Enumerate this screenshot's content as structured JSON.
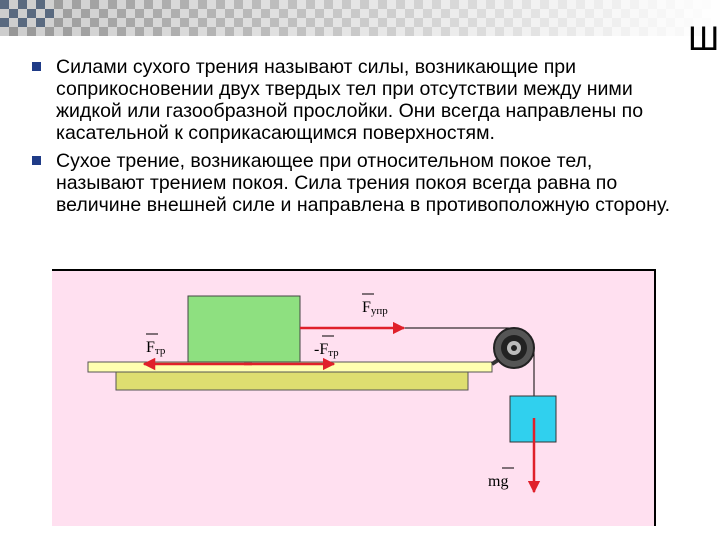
{
  "slide": {
    "corner_glyph": "Ш",
    "bullets": [
      {
        "text": "Силами сухого трения называют силы, возникающие при соприкосновении двух твердых тел при отсутствии между ними жидкой или газообразной прослойки. Они всегда направлены по касательной к соприкасающимся поверхностям."
      },
      {
        "text": "Сухое трение, возникающее при относительном покое тел, называют трением покоя. Сила трения покоя всегда равна по величине внешней силе и направлена в противоположную сторону."
      }
    ]
  },
  "figure": {
    "labels": {
      "f_tr": "F",
      "f_tr_sub": "тр",
      "neg_f_tr_prefix": "-F",
      "neg_f_tr_sub": "тр",
      "f_upr": "F",
      "f_upr_sub": "упр",
      "mg": "mg"
    },
    "colors": {
      "background": "#ffe0f0",
      "table_top": "#ffffb0",
      "table_base": "#dede70",
      "block": "#8ee080",
      "weight": "#30d0ee",
      "arrow": "#e0202a"
    },
    "icons": [
      "pulley-icon"
    ]
  }
}
